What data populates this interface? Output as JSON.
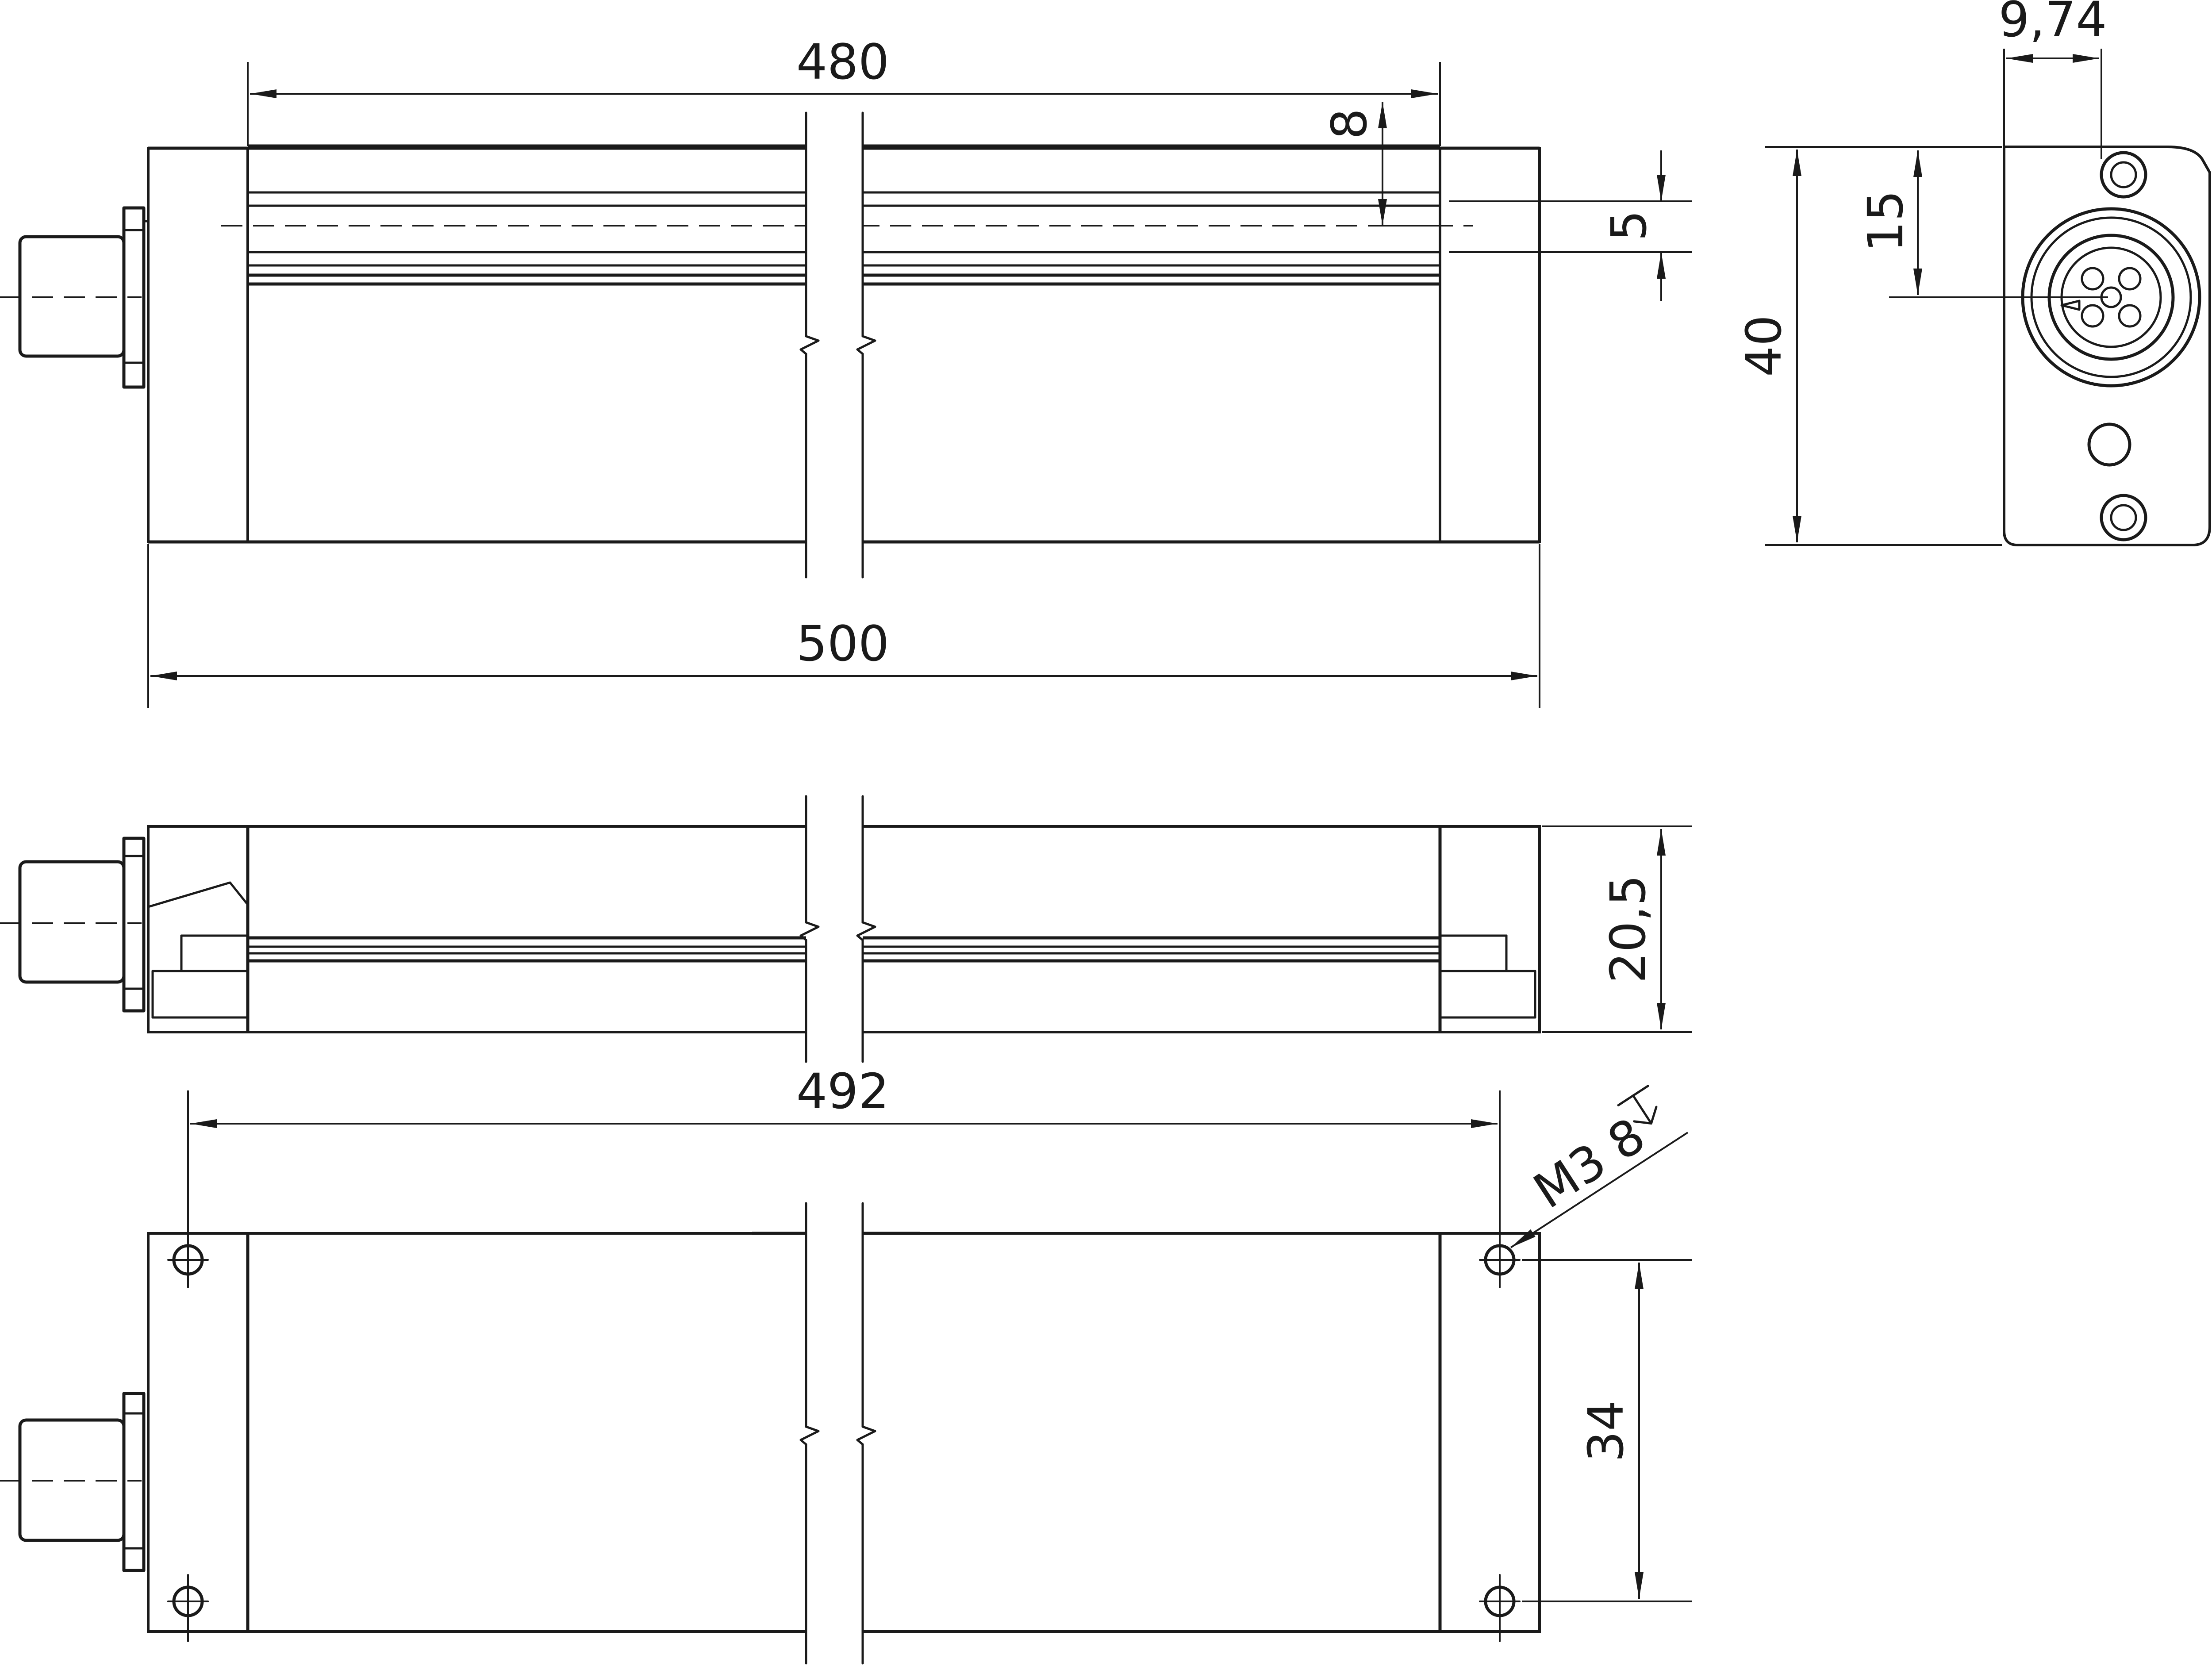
{
  "dimensions": {
    "top_length": "480",
    "profile_offset": "8",
    "slot_width": "5",
    "overall_length": "500",
    "end_width": "9,74",
    "connector_offset": "15",
    "height": "40",
    "side_height": "20,5",
    "hole_spacing_length": "492",
    "thread_callout": "M3 8",
    "hole_spacing_width": "34"
  },
  "icons": {
    "connector": "m12-connector-icon",
    "break": "break-line-icon",
    "depth": "depth-symbol-icon"
  }
}
